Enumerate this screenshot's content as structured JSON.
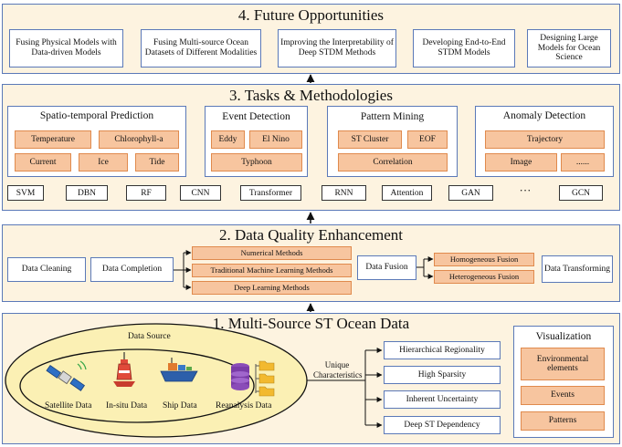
{
  "future": {
    "title": "4. Future Opportunities",
    "items": [
      "Fusing Physical Models with Data-driven Models",
      "Fusing Multi-source Ocean Datasets of Different Modalities",
      "Improving the Interpretability of Deep STDM Methods",
      "Developing End-to-End STDM Models",
      "Designing Large Models for Ocean Science"
    ]
  },
  "tasks": {
    "title": "3. Tasks & Methodologies",
    "prediction": {
      "title": "Spatio-temporal Prediction",
      "items": [
        "Temperature",
        "Chlorophyll-a",
        "Current",
        "Ice",
        "Tide"
      ]
    },
    "event": {
      "title": "Event Detection",
      "items": [
        "Eddy",
        "El Nino",
        "Typhoon"
      ]
    },
    "pattern": {
      "title": "Pattern Mining",
      "items": [
        "ST Cluster",
        "EOF",
        "Correlation"
      ]
    },
    "anomaly": {
      "title": "Anomaly Detection",
      "items": [
        "Trajectory",
        "Image",
        "......"
      ]
    },
    "methods": [
      "SVM",
      "DBN",
      "RF",
      "CNN",
      "Transformer",
      "RNN",
      "Attention",
      "GAN",
      "···",
      "GCN"
    ]
  },
  "quality": {
    "title": "2. Data Quality Enhancement",
    "cleaning": "Data Cleaning",
    "completion": "Data Completion",
    "completion_methods": [
      "Numerical Methods",
      "Traditional Machine Learning Methods",
      "Deep Learning Methods"
    ],
    "fusion": "Data Fusion",
    "fusion_methods": [
      "Homogeneous Fusion",
      "Heterogeneous Fusion"
    ],
    "transforming": "Data Transforming"
  },
  "source": {
    "title": "1. Multi-Source ST Ocean Data",
    "data_source_label": "Data Source",
    "sources": [
      "Satellite Data",
      "In-situ Data",
      "Ship Data",
      "Reanalysis Data"
    ],
    "unique_label": "Unique Characteristics",
    "characteristics": [
      "Hierarchical Regionality",
      "High Sparsity",
      "Inherent Uncertainty",
      "Deep ST Dependency"
    ],
    "visualization": {
      "title": "Visualization",
      "items": [
        "Environmental elements",
        "Events",
        "Patterns"
      ]
    }
  },
  "colors": {
    "section_border": "#5b79b8",
    "section_fill": "#fdf3e0",
    "orange_fill": "#f7c59f",
    "orange_border": "#e08a4d",
    "ellipse_fill": "#fbf0b4"
  }
}
